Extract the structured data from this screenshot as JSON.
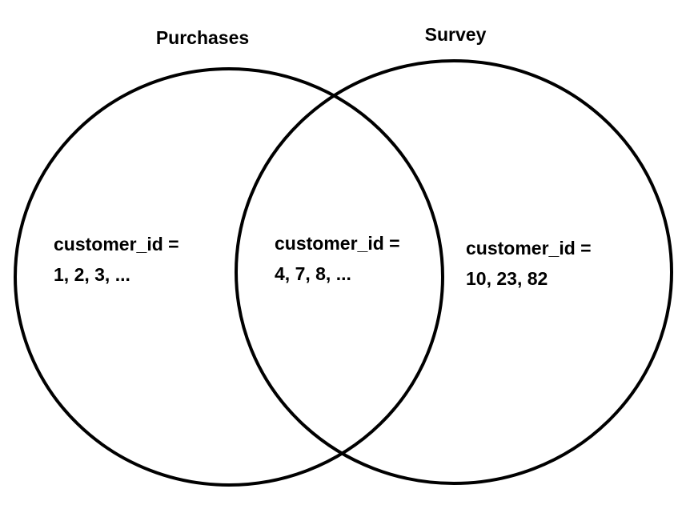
{
  "diagram": {
    "type": "venn",
    "sets": [
      {
        "label": "Purchases"
      },
      {
        "label": "Survey"
      }
    ],
    "regions": {
      "left_only": {
        "line1": "customer_id =",
        "line2": "1, 2, 3, ..."
      },
      "intersection": {
        "line1": "customer_id =",
        "line2": "4, 7, 8, ..."
      },
      "right_only": {
        "line1": "customer_id =",
        "line2": "10, 23, 82"
      }
    },
    "colors": {
      "stroke": "#000000",
      "text": "#000000",
      "background": "#ffffff"
    }
  }
}
